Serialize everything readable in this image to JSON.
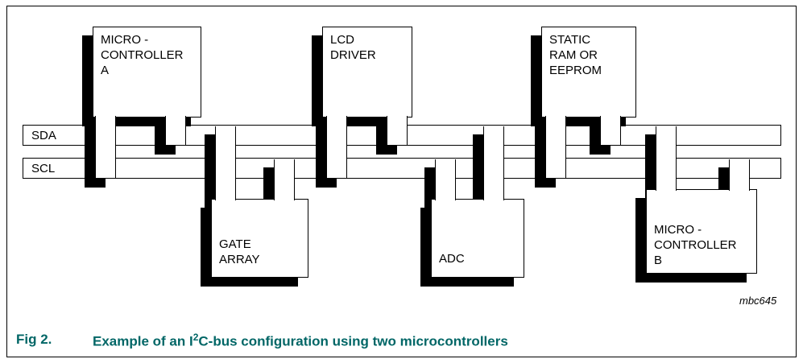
{
  "figure": {
    "caption": {
      "fig_label": "Fig 2.",
      "text_pre": "Example of an I",
      "sup": "2",
      "text_post": "C-bus configuration using two microcontrollers"
    },
    "caption_color": "#006666",
    "watermark": "mbc645"
  },
  "buses": [
    {
      "id": "sda",
      "label": "SDA"
    },
    {
      "id": "scl",
      "label": "SCL"
    }
  ],
  "devices": [
    {
      "id": "micro-controller-a",
      "lines": [
        "MICRO -",
        "CONTROLLER",
        "A"
      ]
    },
    {
      "id": "lcd-driver",
      "lines": [
        "LCD",
        "DRIVER"
      ]
    },
    {
      "id": "static-ram-eeprom",
      "lines": [
        "STATIC",
        "RAM OR",
        "EEPROM"
      ]
    },
    {
      "id": "gate-array",
      "lines": [
        "GATE",
        "ARRAY"
      ]
    },
    {
      "id": "adc",
      "lines": [
        "ADC"
      ]
    },
    {
      "id": "micro-controller-b",
      "lines": [
        "MICRO -",
        "CONTROLLER",
        "B"
      ]
    }
  ]
}
